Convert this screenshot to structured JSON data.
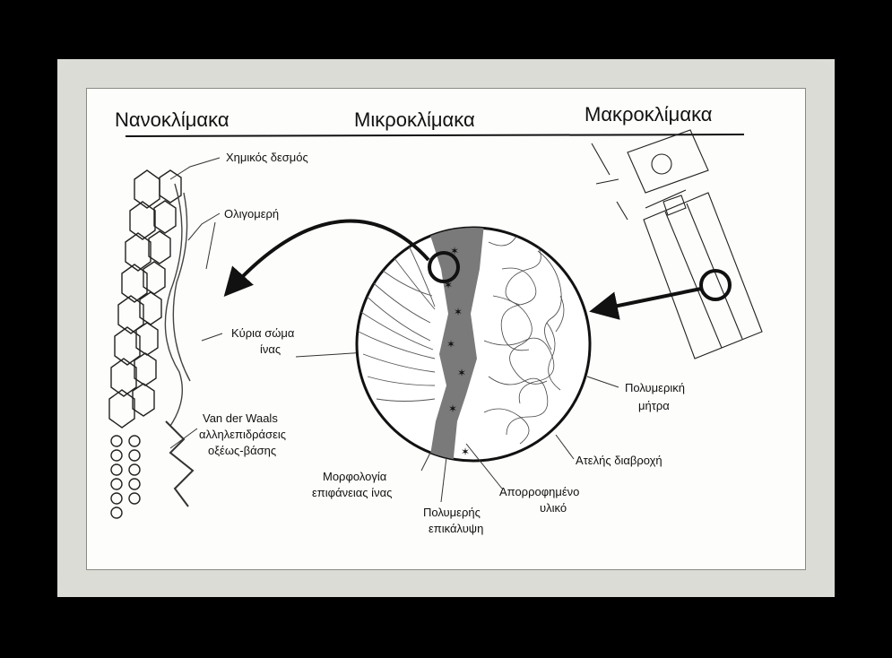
{
  "headings": {
    "nano": "Νανοκλίμακα",
    "micro": "Μικροκλίμακα",
    "macro": "Μακροκλίμακα"
  },
  "labels": {
    "chemical_bond": "Χημικός δεσμός",
    "oligomers": "Ολιγομερή",
    "fiber_body_1": "Κύρια σώμα",
    "fiber_body_2": "ίνας",
    "vdw_1": "Van der Waals",
    "vdw_2": "αλληλεπιδράσεις",
    "vdw_3": "οξέως-βάσης",
    "morphology_1": "Μορφολογία",
    "morphology_2": "επιφάνειας ίνας",
    "polymer_coating_1": "Πολυμερής",
    "polymer_coating_2": "επικάλυψη",
    "absorbed_1": "Απορροφημένο",
    "absorbed_2": "υλικό",
    "imperfect_wetting": "Ατελής διαβροχή",
    "polymer_matrix_1": "Πολυμερική",
    "polymer_matrix_2": "μήτρα"
  },
  "colors": {
    "frame": "#dcdcd6",
    "paper": "#fdfdfb",
    "ink": "#111111",
    "interphase": "#7a7a7a"
  }
}
